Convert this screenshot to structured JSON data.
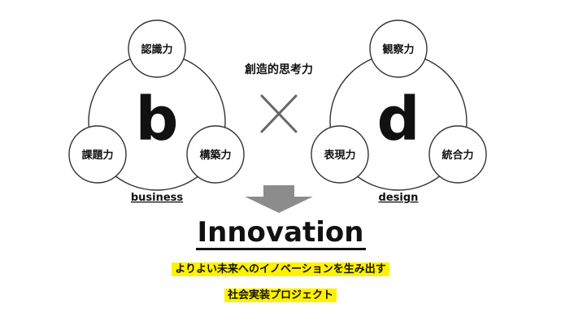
{
  "left_group": {
    "letter": "b",
    "label": "business",
    "nodes": [
      "認識力",
      "課題力",
      "構築力"
    ]
  },
  "right_group": {
    "letter": "d",
    "label": "design",
    "nodes": [
      "観察力",
      "表現力",
      "統合力"
    ]
  },
  "center": {
    "label": "創造的思考力",
    "cross": "×"
  },
  "result": {
    "title": "Innovation",
    "tagline_1": "よりよい未来へのイノベーションを生み出す",
    "tagline_2": "社会実装プロジェクト"
  },
  "colors": {
    "highlight": "#fff100",
    "arrow": "#8c8c8c",
    "cross": "#666666",
    "line": "#333333"
  }
}
